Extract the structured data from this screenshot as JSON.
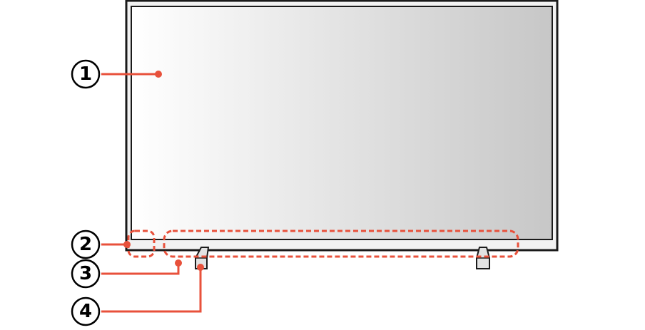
{
  "diagram": {
    "type": "tv-front-view-parts",
    "colors": {
      "accent": "#e8513b",
      "outline": "#1a1a1a",
      "frame_fill": "#f2f2f2",
      "screen_light": "#ffffff",
      "screen_dark": "#c7c7c7"
    },
    "callouts": [
      {
        "number": "1",
        "part": "screen"
      },
      {
        "number": "2",
        "part": "bottom-left-corner"
      },
      {
        "number": "3",
        "part": "bottom-edge"
      },
      {
        "number": "4",
        "part": "stand-foot"
      }
    ]
  }
}
